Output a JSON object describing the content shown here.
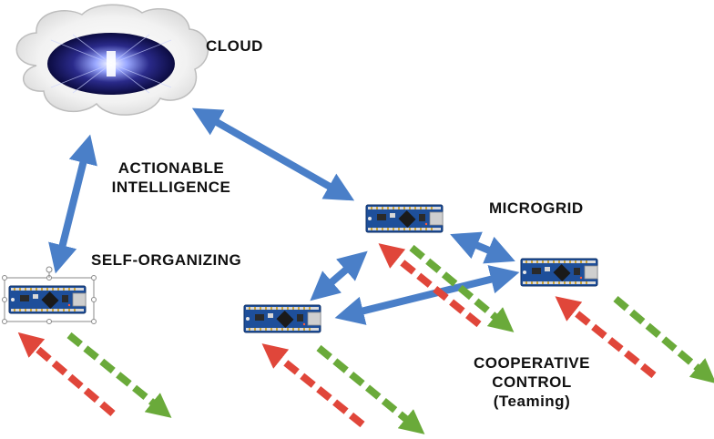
{
  "labels": {
    "cloud": "CLOUD",
    "actionable_line1": "ACTIONABLE",
    "actionable_line2": "INTELLIGENCE",
    "microgrid": "MICROGRID",
    "self_organizing": "SELF-ORGANIZING",
    "cooperative_line1": "COOPERATIVE",
    "cooperative_line2": "CONTROL",
    "cooperative_line3": "(Teaming)"
  },
  "colors": {
    "link_arrow": "#4a7fc8",
    "uplink_arrow": "#6aaa3a",
    "downlink_arrow": "#e0463a",
    "board_pcb": "#1e4f9a",
    "text": "#111111"
  },
  "nodes": [
    {
      "id": "cloud",
      "icon": "cloud-icon"
    },
    {
      "id": "board-self-organizing",
      "icon": "microcontroller-board-icon",
      "selected": true
    },
    {
      "id": "board-microgrid-top",
      "icon": "microcontroller-board-icon"
    },
    {
      "id": "board-microgrid-right",
      "icon": "microcontroller-board-icon"
    },
    {
      "id": "board-microgrid-left",
      "icon": "microcontroller-board-icon"
    }
  ]
}
